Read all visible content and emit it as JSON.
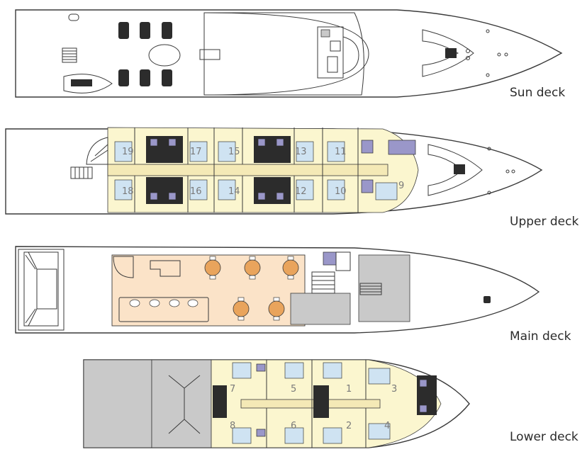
{
  "decks": [
    {
      "id": "sun",
      "label": "Sun deck",
      "cabins": []
    },
    {
      "id": "upper",
      "label": "Upper deck",
      "cabins": [
        "19",
        "17",
        "15",
        "13",
        "11",
        "18",
        "16",
        "14",
        "12",
        "10",
        "9"
      ]
    },
    {
      "id": "main",
      "label": "Main deck",
      "cabins": []
    },
    {
      "id": "lower",
      "label": "Lower deck",
      "cabins": [
        "7",
        "5",
        "1",
        "3",
        "8",
        "6",
        "2",
        "4"
      ]
    }
  ],
  "colors": {
    "cabin": "#fbf6cf",
    "bed": "#cfe3f2",
    "bathroom": "#9a97c9",
    "salon": "#fbe3c8",
    "dining_table": "#e9a45c",
    "service": "#c9c9c9"
  }
}
